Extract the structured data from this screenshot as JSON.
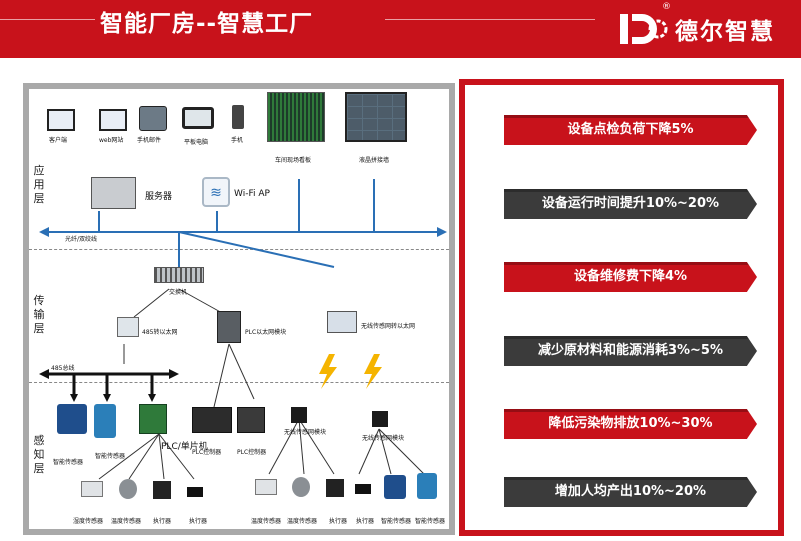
{
  "header": {
    "title": "智能厂房--智慧工厂",
    "company": "德尔智慧",
    "reg_mark": "®"
  },
  "colors": {
    "brand_red": "#c8121b",
    "dark_banner": "#3b3b3b",
    "frame_gray": "#a9a9a9"
  },
  "layers": {
    "application": "应用层",
    "transport": "传输层",
    "perception": "感知层"
  },
  "app_devices": {
    "client": "客户端",
    "web": "web网站",
    "phone_app": "手机邮件",
    "tablet": "平板电脑",
    "phone": "手机",
    "server": "服务器",
    "wifi": "Wi-Fi AP",
    "workshop_board": "车间现场看板",
    "lcd_wall": "液晶拼接墙"
  },
  "transport_devices": {
    "fiber_bus": "光纤/双绞线",
    "switch": "交换机",
    "rs485_eth": "485转以太网",
    "plc_eth": "PLC以太网模块",
    "wireless_gw": "无线传感网转以太网",
    "bus485": "485总线"
  },
  "perception_devices": {
    "smart_sensor_1": "智能传感器",
    "smart_sensor_2": "智能传感器",
    "plc_mcu": "PLC/单片机",
    "plc_ctrl_1": "PLC控制器",
    "plc_ctrl_2": "PLC控制器",
    "wireless_mod_1": "无线传感网模块",
    "wireless_mod_2": "无线传感网模块",
    "hum_sensor": "湿度传感器",
    "temp_sensor_1": "温度传感器",
    "actuator_1": "执行器",
    "actuator_2": "执行器",
    "temp_sensor_2": "温度传感器",
    "temp_sensor_3": "温度传感器",
    "actuator_3": "执行器",
    "actuator_4": "执行器",
    "smart_sensor_3": "智能传感器",
    "smart_sensor_4": "智能传感器"
  },
  "benefits": [
    {
      "text": "设备点检负荷下降5%",
      "style": "red"
    },
    {
      "text": "设备运行时间提升10%~20%",
      "style": "dark"
    },
    {
      "text": "设备维修费下降4%",
      "style": "red"
    },
    {
      "text": "减少原材料和能源消耗3%~5%",
      "style": "dark"
    },
    {
      "text": "降低污染物排放10%~30%",
      "style": "red"
    },
    {
      "text": "增加人均产出10%~20%",
      "style": "dark"
    }
  ]
}
